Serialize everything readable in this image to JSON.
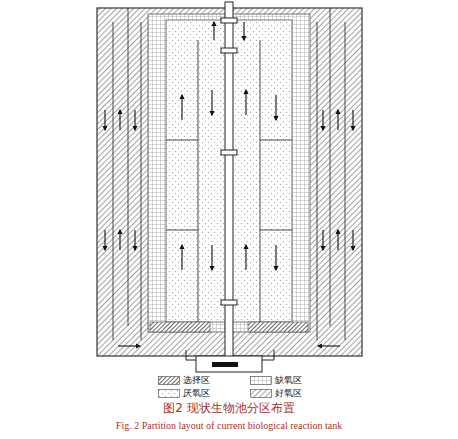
{
  "diagram": {
    "caption": "图2 现状生物池分区布置",
    "labels": [
      "Fig. 2 Partition layout of current biological reaction tank"
    ],
    "legend": [
      {
        "text": "选择区"
      },
      {
        "text": "缺氧区"
      },
      {
        "text": "厌氧区"
      },
      {
        "text": "好氧区"
      }
    ]
  }
}
